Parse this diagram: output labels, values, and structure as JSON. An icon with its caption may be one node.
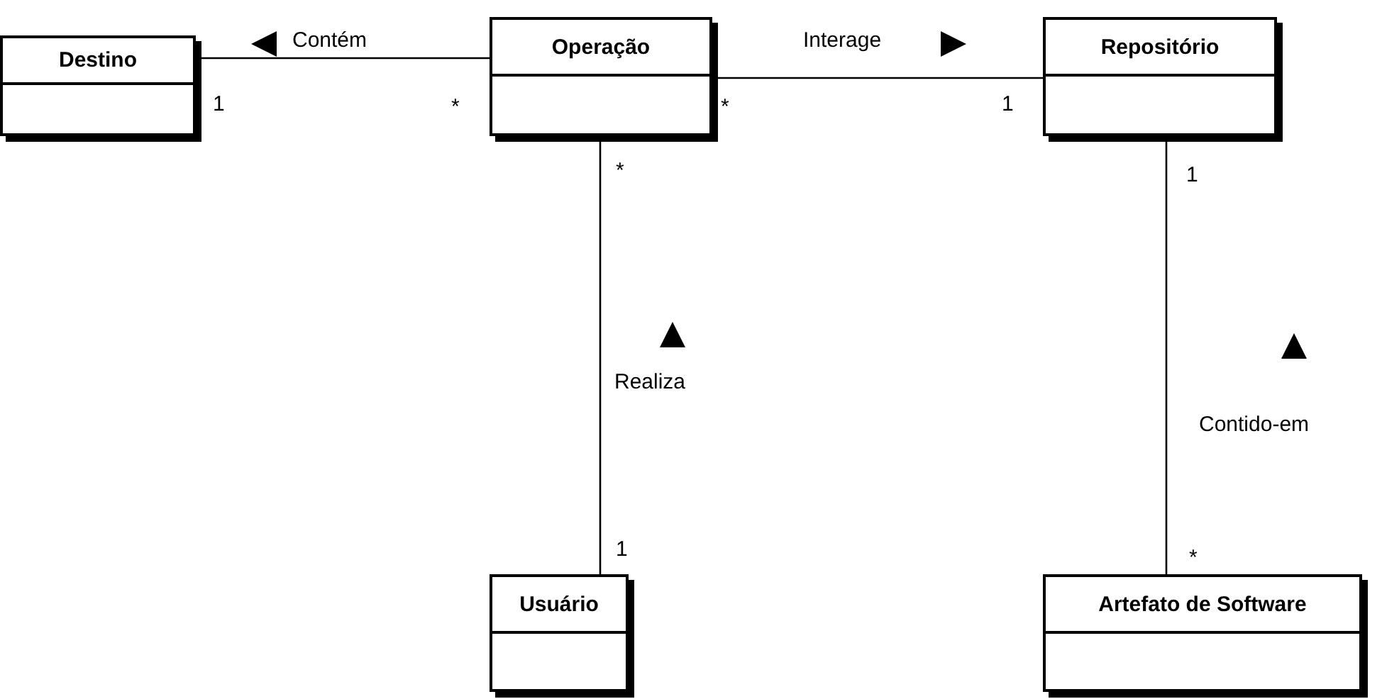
{
  "diagram": {
    "nodes": [
      {
        "text": [
          "Destino"
        ]
      },
      {
        "text": [
          "Operação"
        ]
      },
      {
        "text": [
          "Repositório"
        ]
      },
      {
        "text": [
          "Usuário"
        ]
      },
      {
        "text": [
          "Artefato de Software"
        ]
      }
    ],
    "edges": [
      {
        "from": 1,
        "to": 0,
        "arrow": "none",
        "label": "Contém"
      },
      {
        "from": 1,
        "to": 2,
        "arrow": "none",
        "label": "Interage"
      },
      {
        "from": 3,
        "to": 1,
        "arrow": "none",
        "label": "Realiza"
      },
      {
        "from": 4,
        "to": 2,
        "arrow": "none",
        "label": "Contido-em"
      }
    ],
    "labels": [
      "1",
      "*",
      "*",
      "1",
      "*",
      "1",
      "1",
      "*"
    ]
  }
}
